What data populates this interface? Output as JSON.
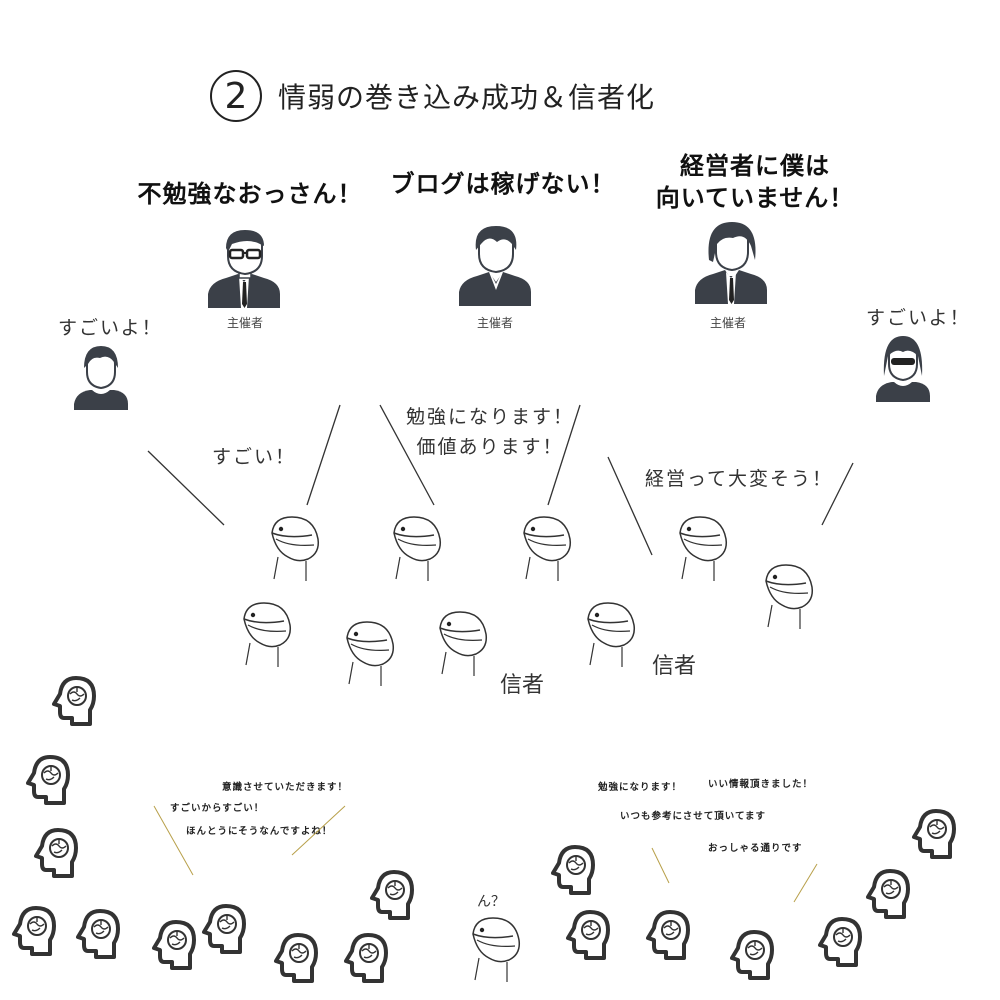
{
  "title": {
    "number": "2",
    "text": "情弱の巻き込み成功＆信者化"
  },
  "hosts": [
    {
      "quote": "不勉強なおっさん！",
      "label": "主催者"
    },
    {
      "quote": "ブログは稼げない！",
      "label": "主催者"
    },
    {
      "quote_line1": "経営者に僕は",
      "quote_line2": "向いていません！",
      "label": "主催者"
    }
  ],
  "side_people": {
    "left_speech": "すごいよ！",
    "right_speech": "すごいよ！"
  },
  "crowd_speech": {
    "sugoi": "すごい！",
    "benkyou_line1": "勉強になります！",
    "benkyou_line2": "価値あります！",
    "keiei": "経営って大変そう！"
  },
  "believer_labels": [
    "信者",
    "信者"
  ],
  "bottom_speech_left": [
    "意識させていただきます！",
    "すごいからすごい！",
    "ほんとうにそうなんですよね！"
  ],
  "bottom_speech_right": [
    "勉強になります！",
    "いい情報頂きました！",
    "いつも参考にさせて頂いてます",
    "おっしゃる通りです"
  ],
  "question": "ん？"
}
